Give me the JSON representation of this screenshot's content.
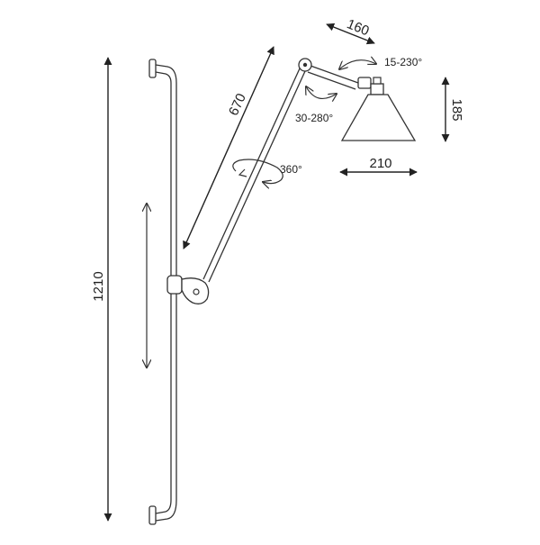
{
  "dimensions": {
    "total_height": "1210",
    "arm_length": "670",
    "shade_depth": "160",
    "shade_height": "185",
    "shade_diameter": "210"
  },
  "rotations": {
    "shade_tilt": "15-230°",
    "elbow": "30-280°",
    "arm_swivel": "360°"
  },
  "colors": {
    "line": "#333333",
    "fill": "#ffffff",
    "accent": "#3a3a3a"
  }
}
